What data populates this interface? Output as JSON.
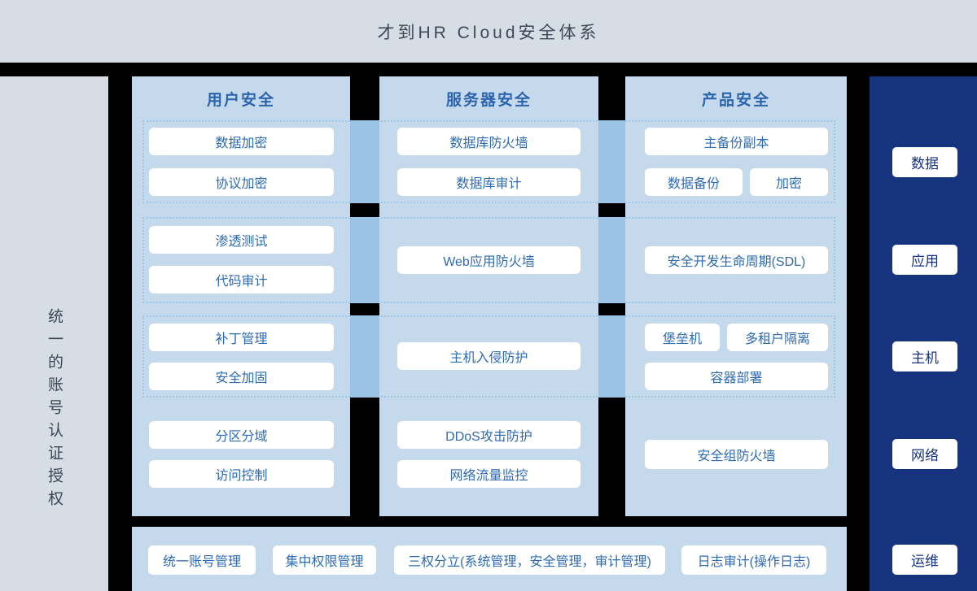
{
  "header": {
    "title": "才到HR Cloud安全体系"
  },
  "left_panel": {
    "label": "统一的账号认证授权"
  },
  "columns": [
    {
      "title": "用户安全",
      "row1": [
        "数据加密",
        "协议加密"
      ],
      "row2": [
        "渗透测试",
        "代码审计"
      ],
      "row3": [
        "补丁管理",
        "安全加固"
      ],
      "row4": [
        "分区分域",
        "访问控制"
      ]
    },
    {
      "title": "服务器安全",
      "row1": [
        "数据库防火墙",
        "数据库审计"
      ],
      "row2": [
        "Web应用防火墙"
      ],
      "row3": [
        "主机入侵防护"
      ],
      "row4": [
        "DDoS攻击防护",
        "网络流量监控"
      ]
    },
    {
      "title": "产品安全",
      "row1": [
        "主备份副本",
        "数据备份",
        "加密"
      ],
      "row2": [
        "安全开发生命周期(SDL)"
      ],
      "row3": [
        "堡垒机",
        "多租户隔离",
        "容器部署"
      ],
      "row4": [
        "安全组防火墙"
      ]
    }
  ],
  "right_panel": {
    "items": [
      {
        "label": "数据"
      },
      {
        "label": "应用"
      },
      {
        "label": "主机"
      },
      {
        "label": "网络"
      },
      {
        "label": "运维"
      }
    ]
  },
  "bottom_bar": {
    "items": [
      "统一账号管理",
      "集中权限管理",
      "三权分立(系统管理，安全管理，审计管理)",
      "日志审计(操作日志)"
    ]
  },
  "colors": {
    "background": "#000000",
    "header_bg": "#d6dde4",
    "header_text": "#3e4957",
    "left_panel_bg": "#d6dde4",
    "column_bg": "#c5d9ed",
    "connector_band": "#9cc3e5",
    "dashed_border": "#9ec6e6",
    "node_bg": "#ffffff",
    "node_text": "#2e6bb2",
    "column_title_text": "#2b64ac",
    "right_panel_bg": "#16337d",
    "right_node_text": "#16337d"
  }
}
